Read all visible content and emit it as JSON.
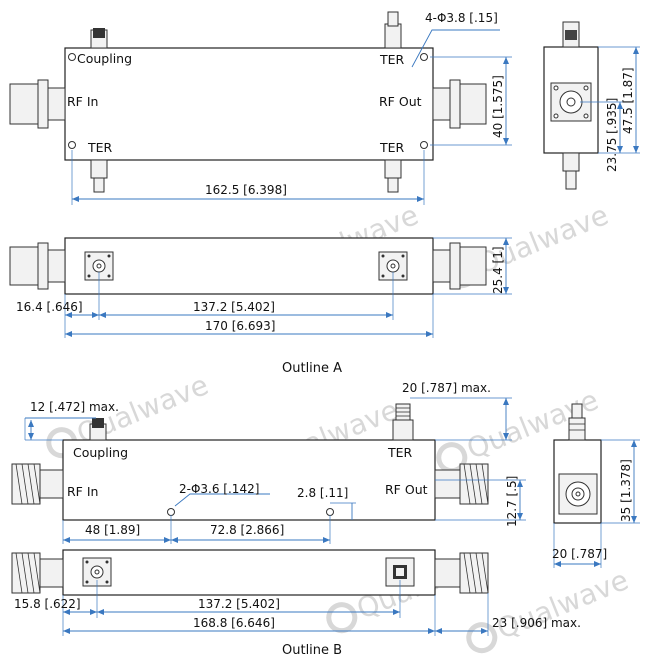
{
  "watermark": "Qualwave",
  "outline_a": {
    "title": "Outline A",
    "top_view": {
      "coupling": "Coupling",
      "rf_in": "RF In",
      "rf_out": "RF Out",
      "ter_top": "TER",
      "ter_bl": "TER",
      "ter_br": "TER",
      "dim_holes": "4-Φ3.8 [.15]",
      "dim_length": "162.5 [6.398]",
      "dim_height": "40 [1.575]"
    },
    "side_view": {
      "dim_center": "23.75 [.935]",
      "dim_height": "47.5 [1.87]"
    },
    "front_view": {
      "dim_offset": "16.4 [.646]",
      "dim_pitch": "137.2 [5.402]",
      "dim_total": "170 [6.693]",
      "dim_thickness": "25.4 [1]"
    }
  },
  "outline_b": {
    "title": "Outline B",
    "top_view": {
      "coupling": "Coupling",
      "rf_in": "RF In",
      "rf_out": "RF Out",
      "ter": "TER",
      "dim_left_max": "12 [.472] max.",
      "dim_right_max": "20 [.787] max.",
      "dim_holes": "2-Φ3.6 [.142]",
      "dim_small": "2.8 [.11]",
      "dim_left_pos": "48 [1.89]",
      "dim_hole_pitch": "72.8 [2.866]",
      "dim_half_h": "12.7 [.5]"
    },
    "side_view": {
      "dim_height": "35 [1.378]",
      "dim_width": "20 [.787]"
    },
    "front_view": {
      "dim_offset": "15.8 [.622]",
      "dim_pitch": "137.2 [5.402]",
      "dim_total": "168.8 [6.646]",
      "dim_conn_max": "23 [.906] max."
    }
  }
}
